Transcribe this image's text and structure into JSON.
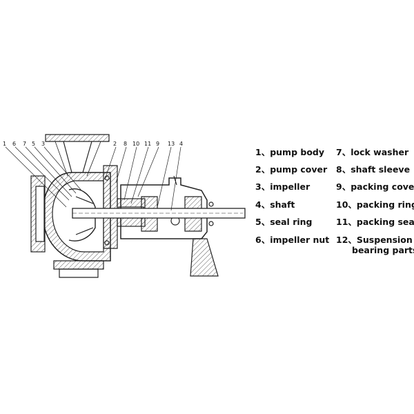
{
  "callouts": [
    "1",
    "6",
    "7",
    "5",
    "3",
    "2",
    "8",
    "10",
    "11",
    "9",
    "13",
    "4"
  ],
  "legend": [
    {
      "num": "1、",
      "label": "pump body"
    },
    {
      "num": "2、",
      "label": "pump cover"
    },
    {
      "num": "3、",
      "label": "impeller"
    },
    {
      "num": "4、",
      "label": "shaft"
    },
    {
      "num": "5、",
      "label": "seal ring"
    },
    {
      "num": "6、",
      "label": "impeller nut"
    },
    {
      "num": "7、",
      "label": "lock washer"
    },
    {
      "num": "8、",
      "label": "shaft sleeve"
    },
    {
      "num": "9、",
      "label": "packing cover"
    },
    {
      "num": "10、",
      "label": "packing ring"
    },
    {
      "num": "11、",
      "label": "packing seal"
    },
    {
      "num": "12、",
      "label": "Suspension"
    },
    {
      "num": "",
      "label": "bearing parts"
    }
  ]
}
